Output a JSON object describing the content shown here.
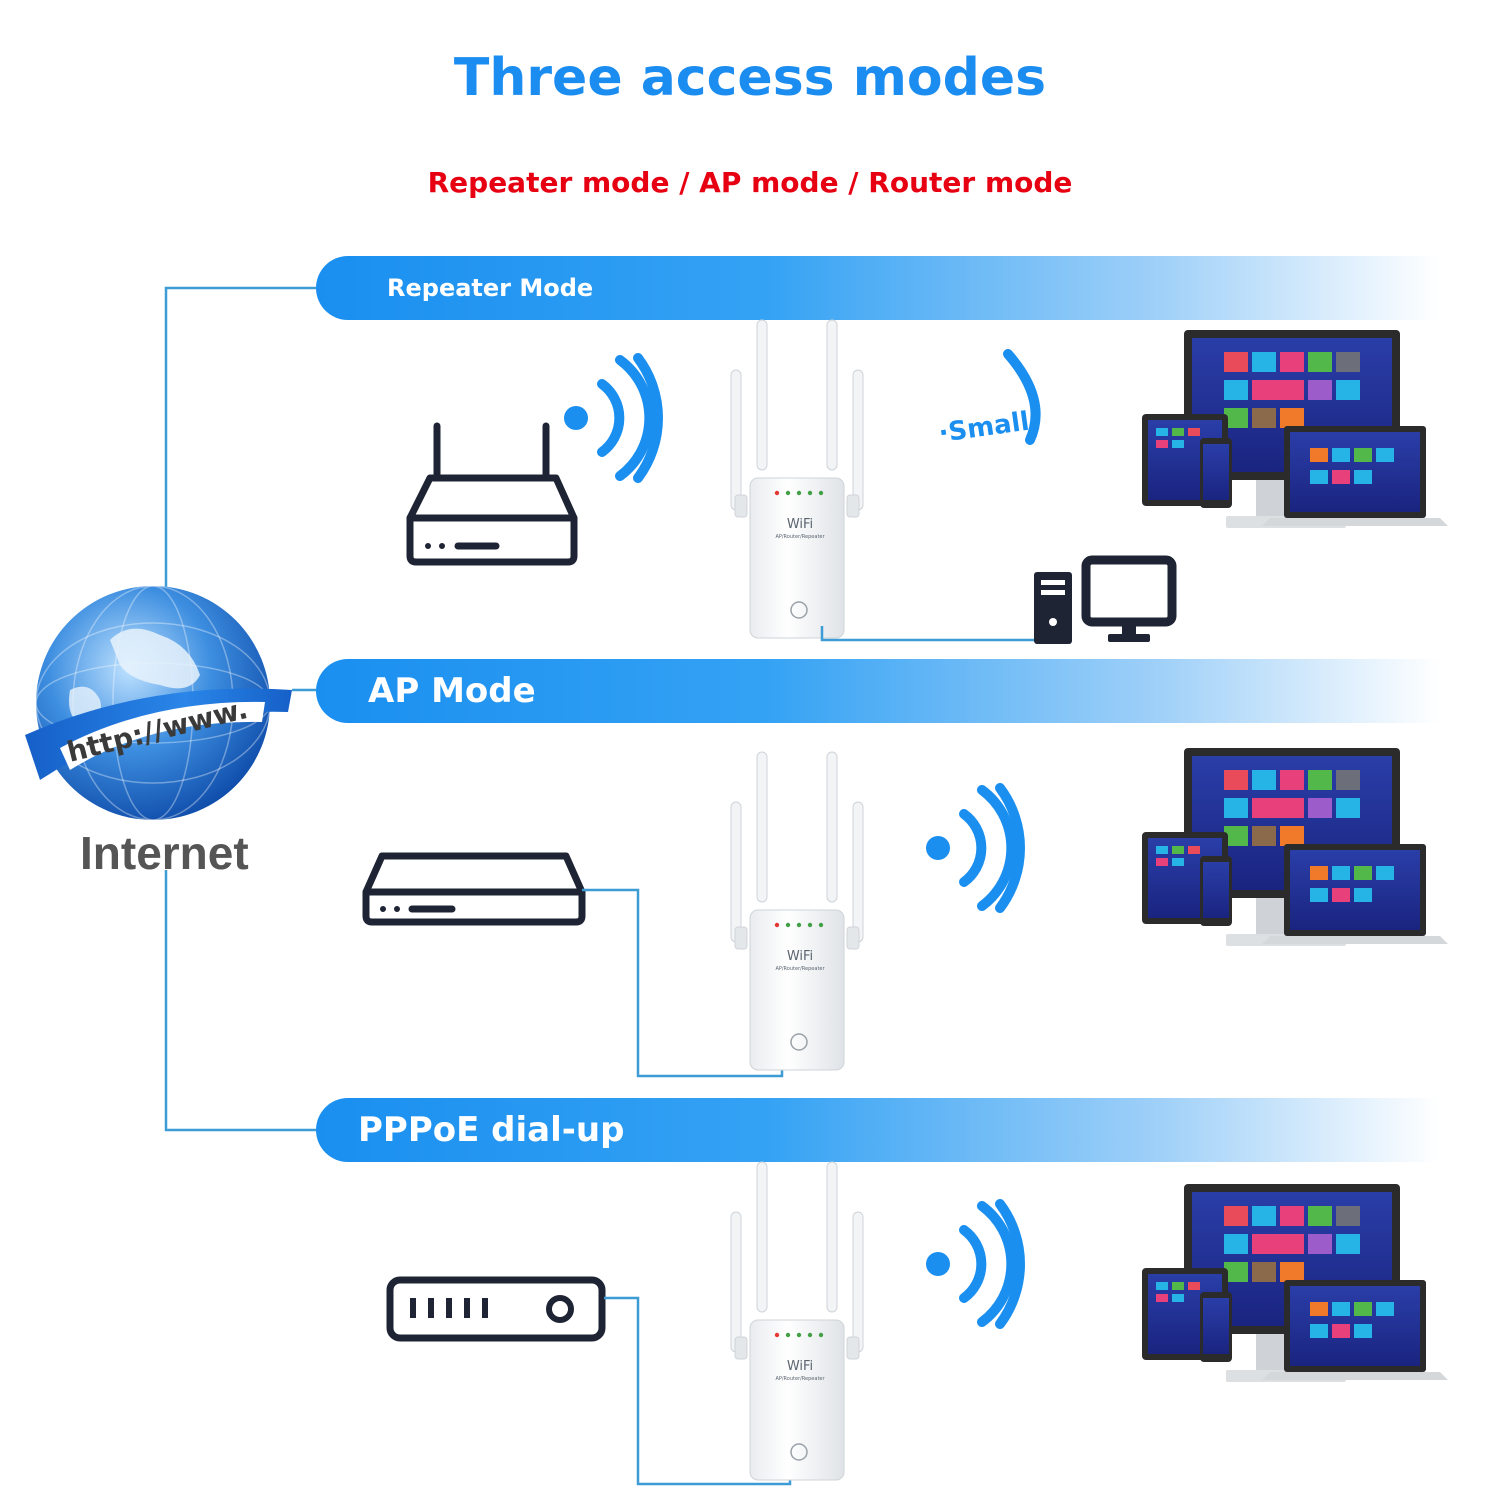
{
  "header": {
    "title": "Three access modes",
    "subtitle": "Repeater mode / AP mode / Router mode"
  },
  "internet": {
    "label": "Internet",
    "globe_text": "http://www."
  },
  "modes": [
    {
      "label": "Repeater Mode",
      "tag": "·Small"
    },
    {
      "label": "AP Mode"
    },
    {
      "label": "PPPoE dial-up"
    }
  ],
  "device": {
    "brand": "WiFi",
    "model": "AP/Router/Repeater"
  },
  "colors": {
    "title": "#1b8cf0",
    "subtitle": "#e60012",
    "banner": "#1a8ff0",
    "line": "#3d9bd6",
    "wifi": "#1a8ff0"
  }
}
